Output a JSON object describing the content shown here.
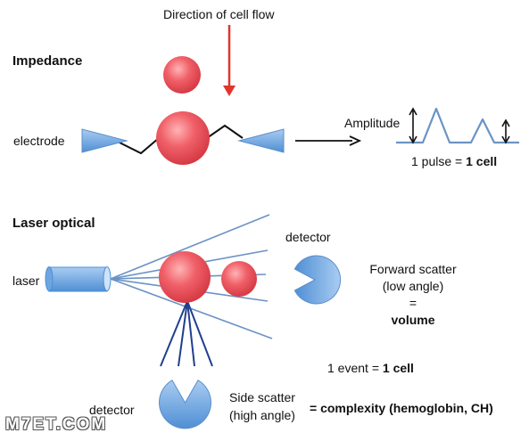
{
  "flow_label": "Direction of cell flow",
  "impedance": {
    "title": "Impedance",
    "electrode_label": "electrode",
    "amplitude_label": "Amplitude",
    "pulse_text": "1 pulse = ",
    "pulse_bold": "1 cell"
  },
  "laser_optical": {
    "title": "Laser optical",
    "laser_label": "laser",
    "detector_top_label": "detector",
    "detector_bottom_label": "detector",
    "forward_line1": "Forward scatter",
    "forward_line2": "(low angle)",
    "forward_equals": "=",
    "forward_bold": "volume",
    "event_text": "1 event = ",
    "event_bold": "1 cell",
    "side_line1": "Side scatter",
    "side_line2": "(high angle)",
    "side_bold": "= complexity (hemoglobin, CH)"
  },
  "watermark": "M7ET.COM",
  "colors": {
    "cell_red": "#e8474f",
    "flow_arrow": "#e0352b",
    "blue_shape": "#5b9ad8",
    "laser_beam": "#6b93c4",
    "side_beam": "#1f3f8f"
  }
}
